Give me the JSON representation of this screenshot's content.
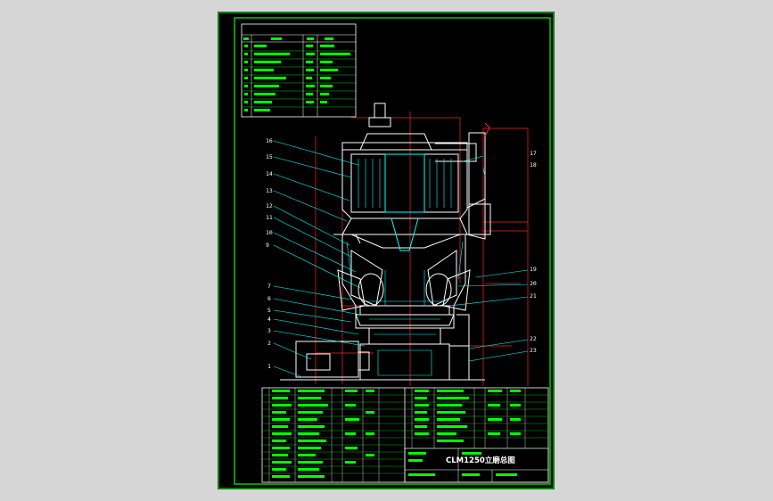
{
  "drawing": {
    "title_block": {
      "title": "CLM1250立磨总图"
    },
    "balloons_left": [
      "16",
      "15",
      "14",
      "13",
      "12",
      "11",
      "10",
      "9",
      "7",
      "6",
      "5",
      "4",
      "3",
      "2",
      "1"
    ],
    "balloons_right": [
      "17",
      "18",
      "19",
      "20",
      "21",
      "22",
      "23"
    ],
    "colors": {
      "sheet": "#000000",
      "border": "#00ff00",
      "outline": "#ffffff",
      "dimension": "#ff2222",
      "leader": "#00ffff",
      "text": "#00ff00",
      "hatch": "#00ffff"
    }
  }
}
